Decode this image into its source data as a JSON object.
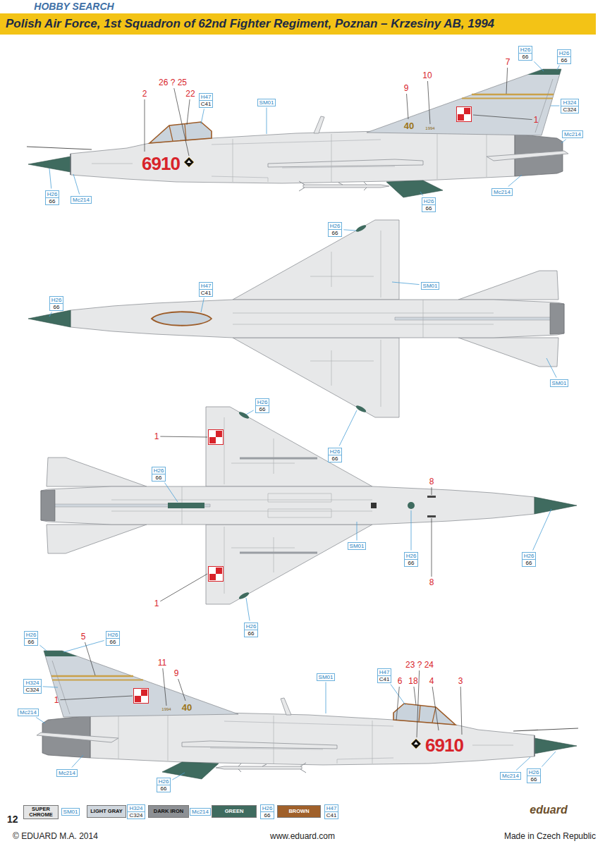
{
  "diagram": {
    "title": "Polish Air Force, 1st Squadron of 62nd Fighter Regiment, Poznan – Krzesiny AB, 1994",
    "nodes": [
      {
        "text": [
          "H26",
          "66"
        ]
      },
      {
        "text": [
          "H26",
          "66"
        ]
      },
      {
        "text": [
          "H47",
          "C41"
        ]
      },
      {
        "text": [
          "SM01"
        ]
      },
      {
        "text": [
          "H324",
          "C324"
        ]
      },
      {
        "text": [
          "Mc214"
        ]
      },
      {
        "text": [
          "Mc214"
        ]
      },
      {
        "text": [
          "H26",
          "66"
        ]
      },
      {
        "text": [
          "Mc214"
        ]
      },
      {
        "text": [
          "H26",
          "66"
        ]
      },
      {
        "text": [
          "H26",
          "66"
        ]
      },
      {
        "text": [
          "H47",
          "C41"
        ]
      },
      {
        "text": [
          "SM01"
        ]
      },
      {
        "text": [
          "H26",
          "66"
        ]
      },
      {
        "text": [
          "SM01"
        ]
      },
      {
        "text": [
          "H26",
          "66"
        ]
      },
      {
        "text": [
          "H26",
          "66"
        ]
      },
      {
        "text": [
          "H26",
          "66"
        ]
      },
      {
        "text": [
          "SM01"
        ]
      },
      {
        "text": [
          "H26",
          "66"
        ]
      },
      {
        "text": [
          "H26",
          "66"
        ]
      },
      {
        "text": [
          "H26",
          "66"
        ]
      },
      {
        "text": [
          "H26",
          "66"
        ]
      },
      {
        "text": [
          "H26",
          "66"
        ]
      },
      {
        "text": [
          "SM01"
        ]
      },
      {
        "text": [
          "H47",
          "C41"
        ]
      },
      {
        "text": [
          "H324",
          "C324"
        ]
      },
      {
        "text": [
          "Mc214"
        ]
      },
      {
        "text": [
          "Mc214"
        ]
      },
      {
        "text": [
          "Mc214"
        ]
      },
      {
        "text": [
          "H26",
          "66"
        ]
      },
      {
        "text": [
          "H26",
          "66"
        ]
      },
      {
        "text": [
          "SM01"
        ]
      },
      {
        "text": [
          "H324",
          "C324"
        ]
      },
      {
        "text": [
          "Mc214"
        ]
      },
      {
        "text": [
          "H26",
          "66"
        ]
      },
      {
        "text": [
          "H47",
          "C41"
        ]
      }
    ],
    "labels": [
      "HOBBY SEARCH",
      "26 ? 25",
      "2",
      "22",
      "10",
      "9",
      "7",
      "1",
      "6910",
      "40",
      "1994",
      "1",
      "8",
      "8",
      "1",
      "5",
      "11",
      "9",
      "23 ? 24",
      "6",
      "18",
      "4",
      "3",
      "1",
      "40",
      "1994",
      "6910",
      "12",
      "eduard",
      "© EDUARD M.A. 2014",
      "www.eduard.com",
      "Made in Czech Republic"
    ],
    "legend": [
      {
        "text": "SUPER CHROME",
        "color": "#e4e5e6"
      },
      {
        "text": "LIGHT GRAY",
        "color": "#cfd6dd"
      },
      {
        "text": "DARK IRON",
        "color": "#8d9094"
      },
      {
        "text": "GREEN",
        "color": "#3f6b5f"
      },
      {
        "text": "BROWN",
        "color": "#a0602a"
      }
    ]
  }
}
